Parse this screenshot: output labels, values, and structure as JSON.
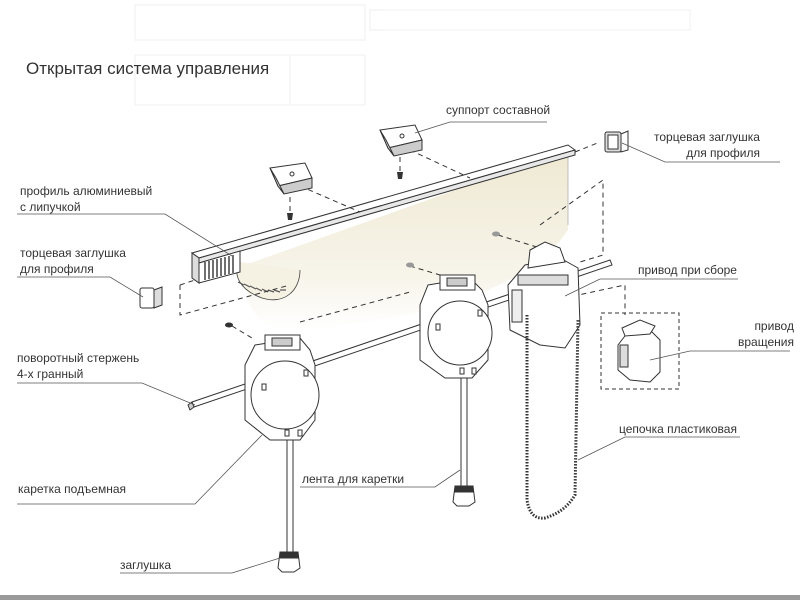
{
  "title": "Открытая система управления",
  "labels": {
    "support": "суппорт составной",
    "end_cap_right": [
      "торцевая заглушка",
      "для профиля"
    ],
    "profile": [
      "профиль алюминиевый",
      "с липучкой"
    ],
    "end_cap_left": [
      "торцевая заглушка",
      "для профиля"
    ],
    "drive_assembled": "привод при сборе",
    "drive_rotation": [
      "привод",
      "вращения"
    ],
    "rod": [
      "поворотный стержень",
      "4-х гранный"
    ],
    "chain": "цепочка пластиковая",
    "tape": "лента для каретки",
    "carriage": "каретка подъемная",
    "plug": "заглушка"
  },
  "colors": {
    "line": "#333333",
    "leader": "#555555",
    "fabric": "#f3efe0",
    "bar": "#9a9a9a"
  }
}
